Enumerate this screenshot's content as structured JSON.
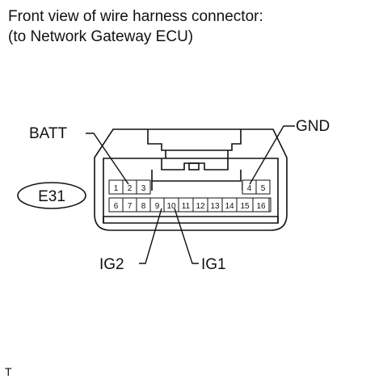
{
  "caption": {
    "line1": "Front view of wire harness connector:",
    "line2": "(to Network Gateway ECU)"
  },
  "connector_code": "E31",
  "pins_top_left": [
    "1",
    "2",
    "3"
  ],
  "pins_top_right": [
    "4",
    "5"
  ],
  "pins_bottom": [
    "6",
    "7",
    "8",
    "9",
    "10",
    "11",
    "12",
    "13",
    "14",
    "15",
    "16"
  ],
  "labels": {
    "batt": "BATT",
    "gnd": "GND",
    "ig2": "IG2",
    "ig1": "IG1"
  },
  "corner_mark": "T"
}
